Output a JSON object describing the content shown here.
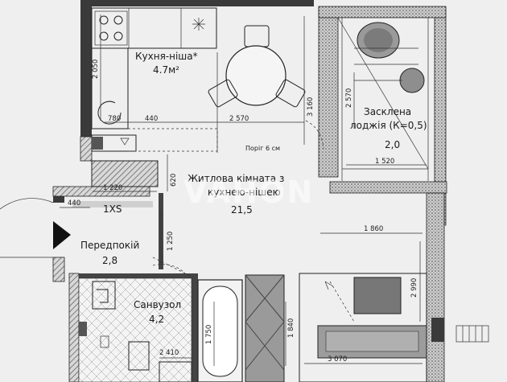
{
  "rooms": {
    "kitchen": {
      "name": "Кухня-ніша*",
      "area": "4.7м²"
    },
    "living": {
      "name_line1": "Житлова кімната з",
      "name_line2": "кухнею-нішею",
      "area": "21,5"
    },
    "loggia": {
      "name_line1": "Засклена",
      "name_line2": "лоджія (К=0,5)",
      "area": "2,0"
    },
    "hallway": {
      "name": "Передпокій",
      "area": "2,8"
    },
    "bathroom": {
      "name": "Санвузол",
      "area": "4,2"
    }
  },
  "labels": {
    "threshold": "Поріг 6 см",
    "closet": "1XS",
    "watermark": "VAHON"
  },
  "dimensions": {
    "d2050": "2 050",
    "d780": "780",
    "d440a": "440",
    "d2570a": "2 570",
    "d3160": "3 160",
    "d2570b": "2 570",
    "d1520": "1 520",
    "d620": "620",
    "d1220": "1 220",
    "d440b": "440",
    "d1250": "1 250",
    "d1860": "1 860",
    "d2990": "2 990",
    "d1750": "1 750",
    "d1840": "1 840",
    "d2410": "2 410",
    "d3070": "3 070"
  },
  "colors": {
    "wall": "#3a3a3a",
    "hatch": "#555555",
    "background": "#efefef",
    "arrow": "#111111"
  },
  "icons": [
    "stove-icon",
    "sink-icon",
    "dining-table-icon",
    "armchair-icon",
    "sofa-icon",
    "bathtub-icon",
    "toilet-icon",
    "shower-icon",
    "entrance-arrow-icon",
    "radiator-icon"
  ]
}
